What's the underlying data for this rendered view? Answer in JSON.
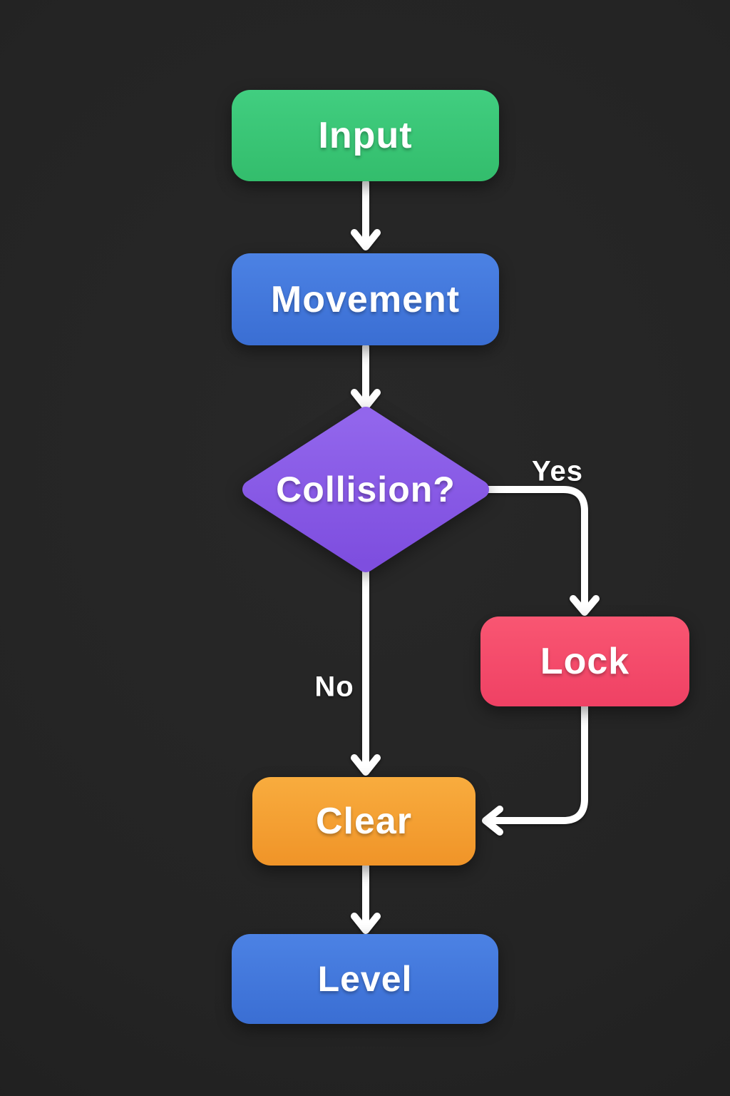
{
  "diagram": {
    "type": "flowchart",
    "background_color": "#242424",
    "arrow_color": "#ffffff",
    "nodes": {
      "input": {
        "label": "Input",
        "shape": "rounded-rect",
        "color_top": "#41ce80",
        "color_bottom": "#33bd6c"
      },
      "movement": {
        "label": "Movement",
        "shape": "rounded-rect",
        "color_top": "#4c82e4",
        "color_bottom": "#3a6ed3"
      },
      "collision": {
        "label": "Collision?",
        "shape": "diamond",
        "color_top": "#9266ec",
        "color_bottom": "#7e4edf"
      },
      "lock": {
        "label": "Lock",
        "shape": "rounded-rect",
        "color_top": "#f95672",
        "color_bottom": "#ef4164"
      },
      "clear": {
        "label": "Clear",
        "shape": "rounded-rect",
        "color_top": "#f8ac3e",
        "color_bottom": "#f09428"
      },
      "level": {
        "label": "Level",
        "shape": "rounded-rect",
        "color_top": "#4c82e4",
        "color_bottom": "#3a6ed3"
      }
    },
    "edges": [
      {
        "from": "input",
        "to": "movement",
        "label": ""
      },
      {
        "from": "movement",
        "to": "collision",
        "label": ""
      },
      {
        "from": "collision",
        "to": "lock",
        "label": "Yes"
      },
      {
        "from": "collision",
        "to": "clear",
        "label": "No"
      },
      {
        "from": "lock",
        "to": "clear",
        "label": ""
      },
      {
        "from": "clear",
        "to": "level",
        "label": ""
      }
    ],
    "edge_labels": {
      "yes": "Yes",
      "no": "No"
    }
  }
}
